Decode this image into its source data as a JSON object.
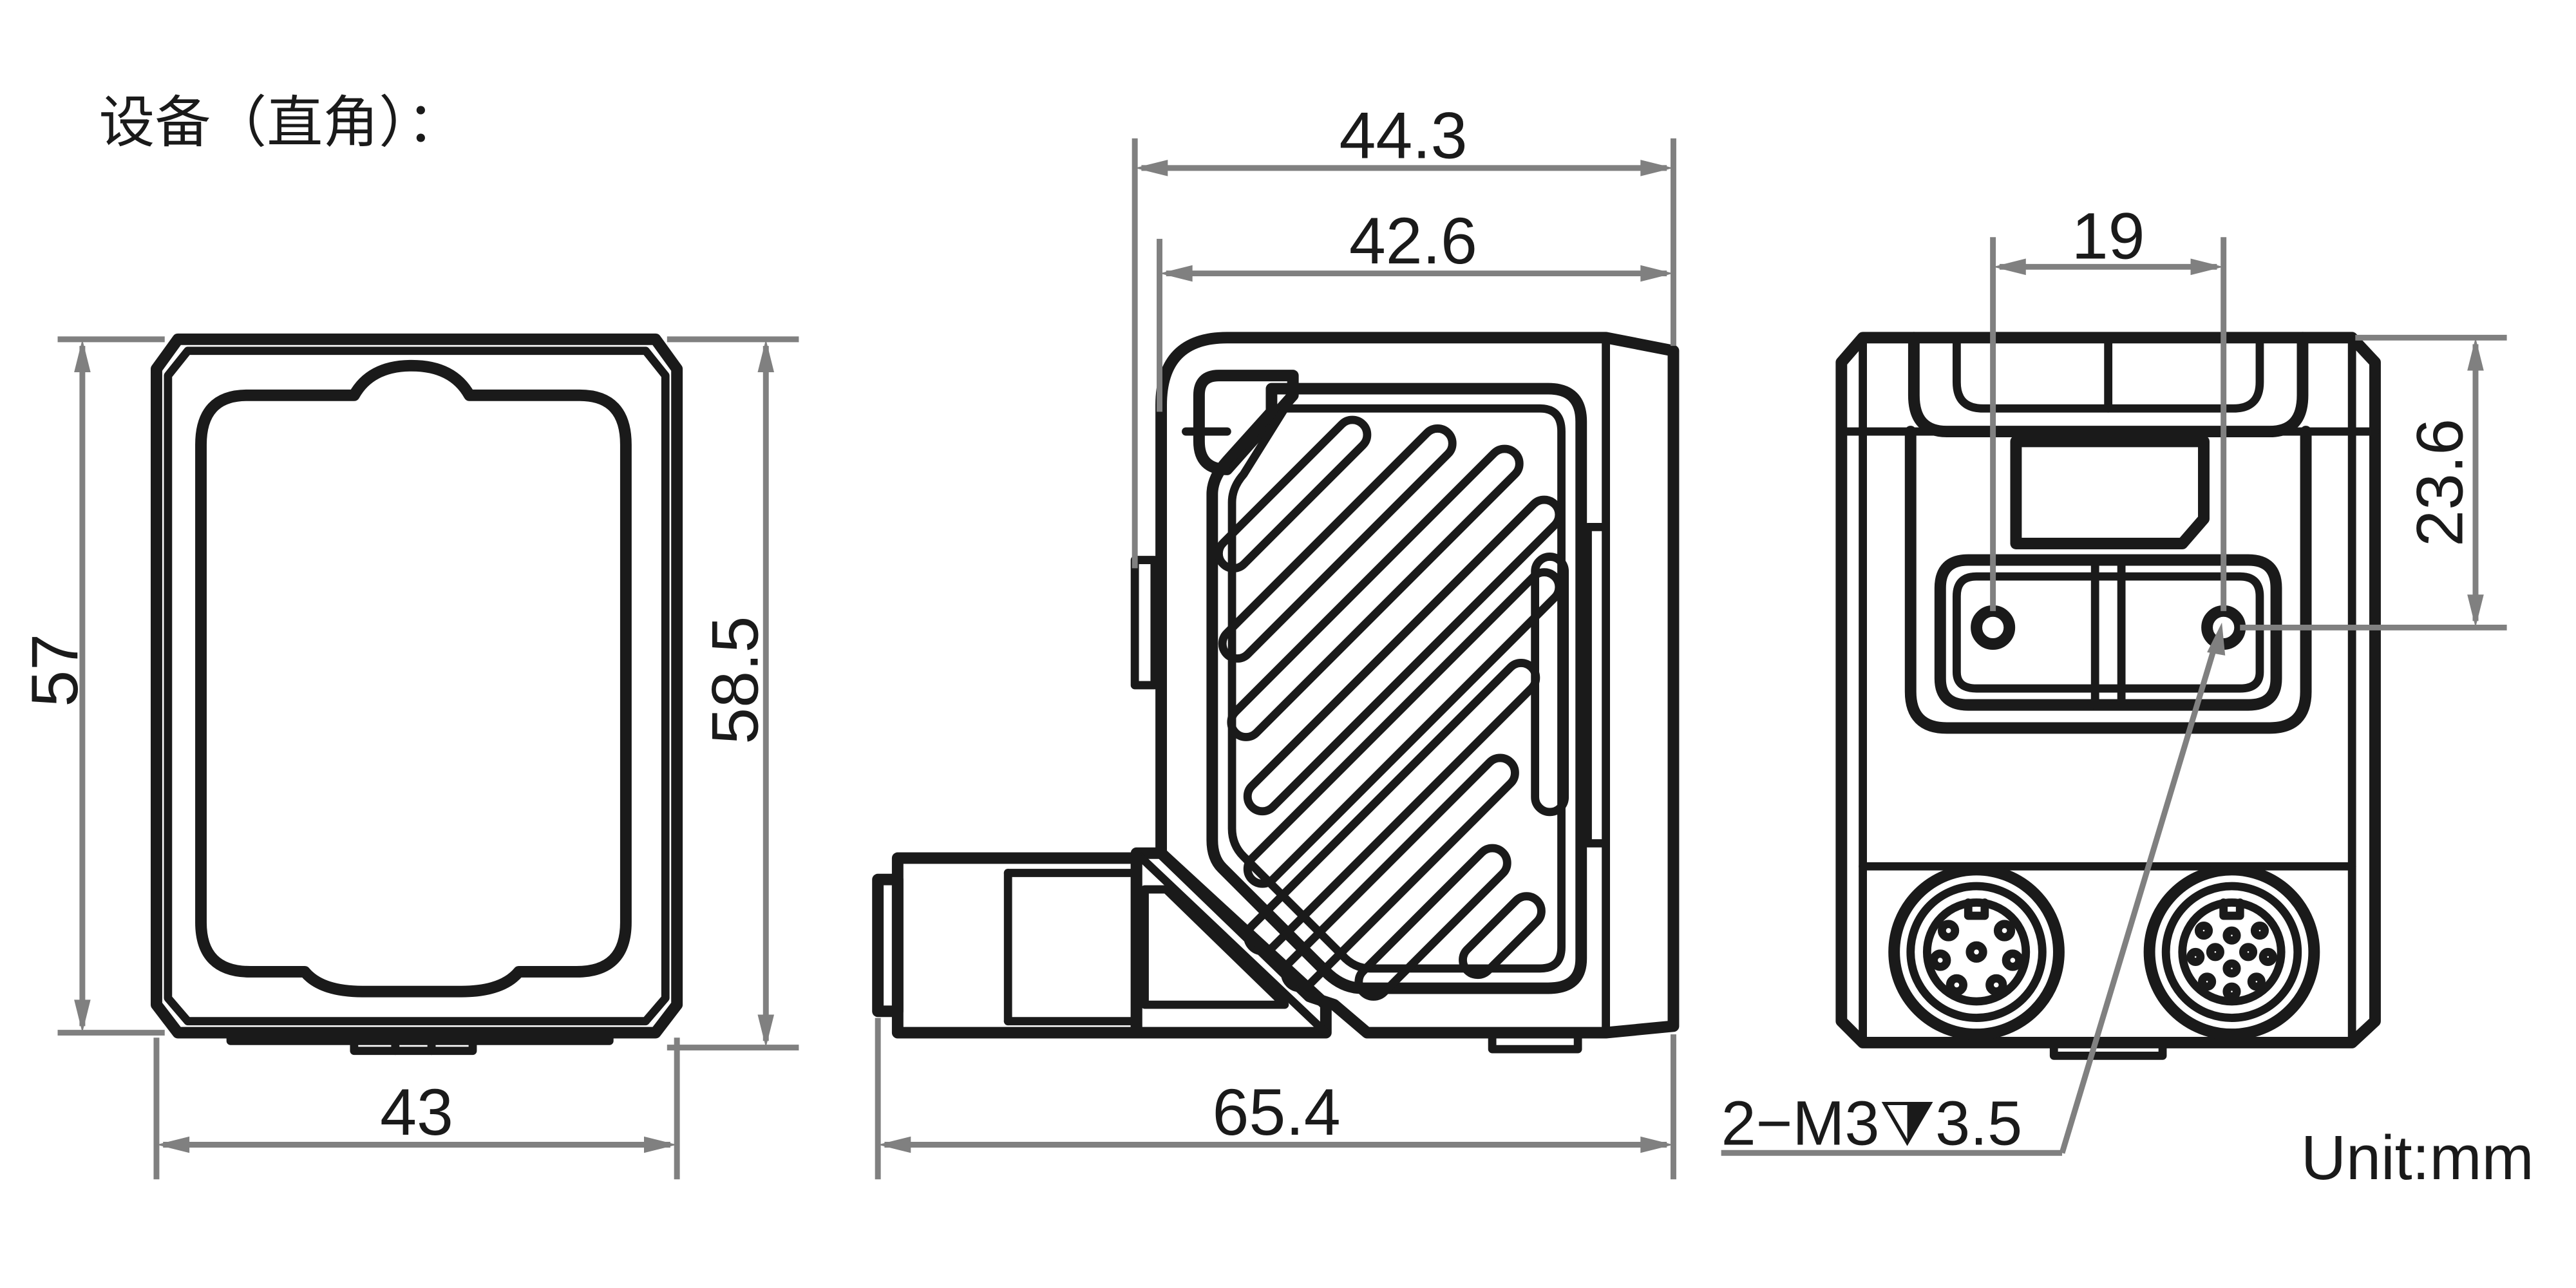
{
  "title": "设备（直角）：",
  "unit_label": "Unit:mm",
  "dimensions": {
    "front_height": "57",
    "front_height_outer": "58.5",
    "front_width": "43",
    "side_width_outer": "44.3",
    "side_width_inner": "42.6",
    "side_total_length": "65.4",
    "back_hole_spacing": "19",
    "back_hole_height": "23.6",
    "back_thread_callout": "2−M3⧩3.5"
  }
}
